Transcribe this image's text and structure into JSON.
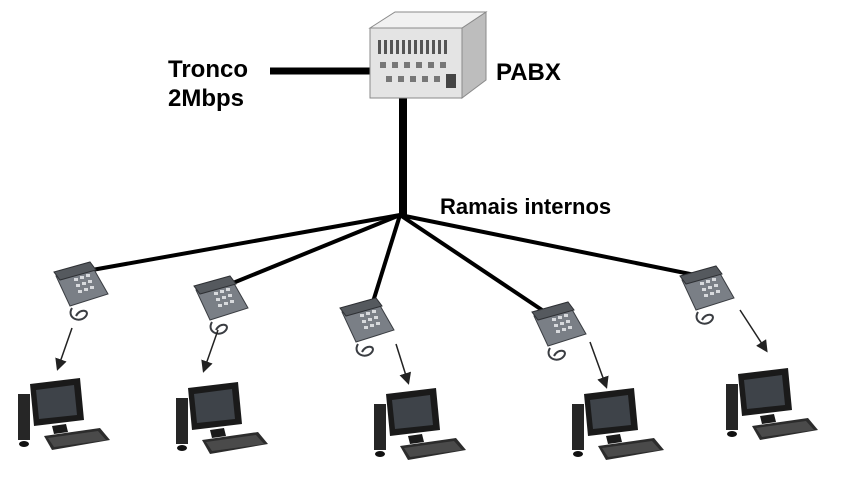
{
  "labels": {
    "trunk": "Tronco",
    "trunk_speed": "2Mbps",
    "pabx": "PABX",
    "extensions": "Ramais internos"
  },
  "colors": {
    "cable": "#000000",
    "pabx_body": "#e4e4e4",
    "phone_body": "#7a7f86",
    "computer_body": "#1a1a1a",
    "arrow": "#222222"
  },
  "stations": [
    {
      "phone_icon": "telephone-icon",
      "computer_icon": "desktop-computer-icon"
    },
    {
      "phone_icon": "telephone-icon",
      "computer_icon": "desktop-computer-icon"
    },
    {
      "phone_icon": "telephone-icon",
      "computer_icon": "desktop-computer-icon"
    },
    {
      "phone_icon": "telephone-icon",
      "computer_icon": "desktop-computer-icon"
    },
    {
      "phone_icon": "telephone-icon",
      "computer_icon": "desktop-computer-icon"
    }
  ]
}
